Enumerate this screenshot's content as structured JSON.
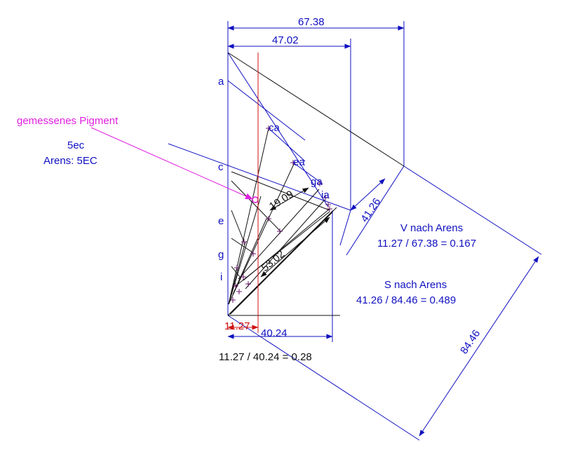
{
  "colors": {
    "dimension": "#1010c0",
    "construction": "#101010",
    "pigment": "#e020e0",
    "marker": "#d01010",
    "point": "#6a1a6a"
  },
  "labels": {
    "pigment_label": "gemessenes Pigment",
    "sample_code": "5ec",
    "arens_code": "Arens: 5EC",
    "point_a": "a",
    "point_c": "c",
    "point_e": "e",
    "point_g": "g",
    "point_i": "i",
    "point_ca": "ca",
    "point_ea": "ea",
    "point_ga": "ga",
    "point_ia": "ia"
  },
  "dimensions": {
    "top_total": "67.38",
    "top_partial": "47.02",
    "diag_short": "19.09",
    "diag_long": "53.02",
    "perp": "41.26",
    "big": "84.46",
    "bottom_red": "11.27",
    "bottom": "40.24"
  },
  "results": {
    "v_title": "V nach Arens",
    "v_formula": "11.27 / 67.38 = 0.167",
    "s_title": "S nach Arens",
    "s_formula": "41.26 / 84.46 = 0.489",
    "bottom_formula": "11.27 / 40.24 = 0.28"
  }
}
